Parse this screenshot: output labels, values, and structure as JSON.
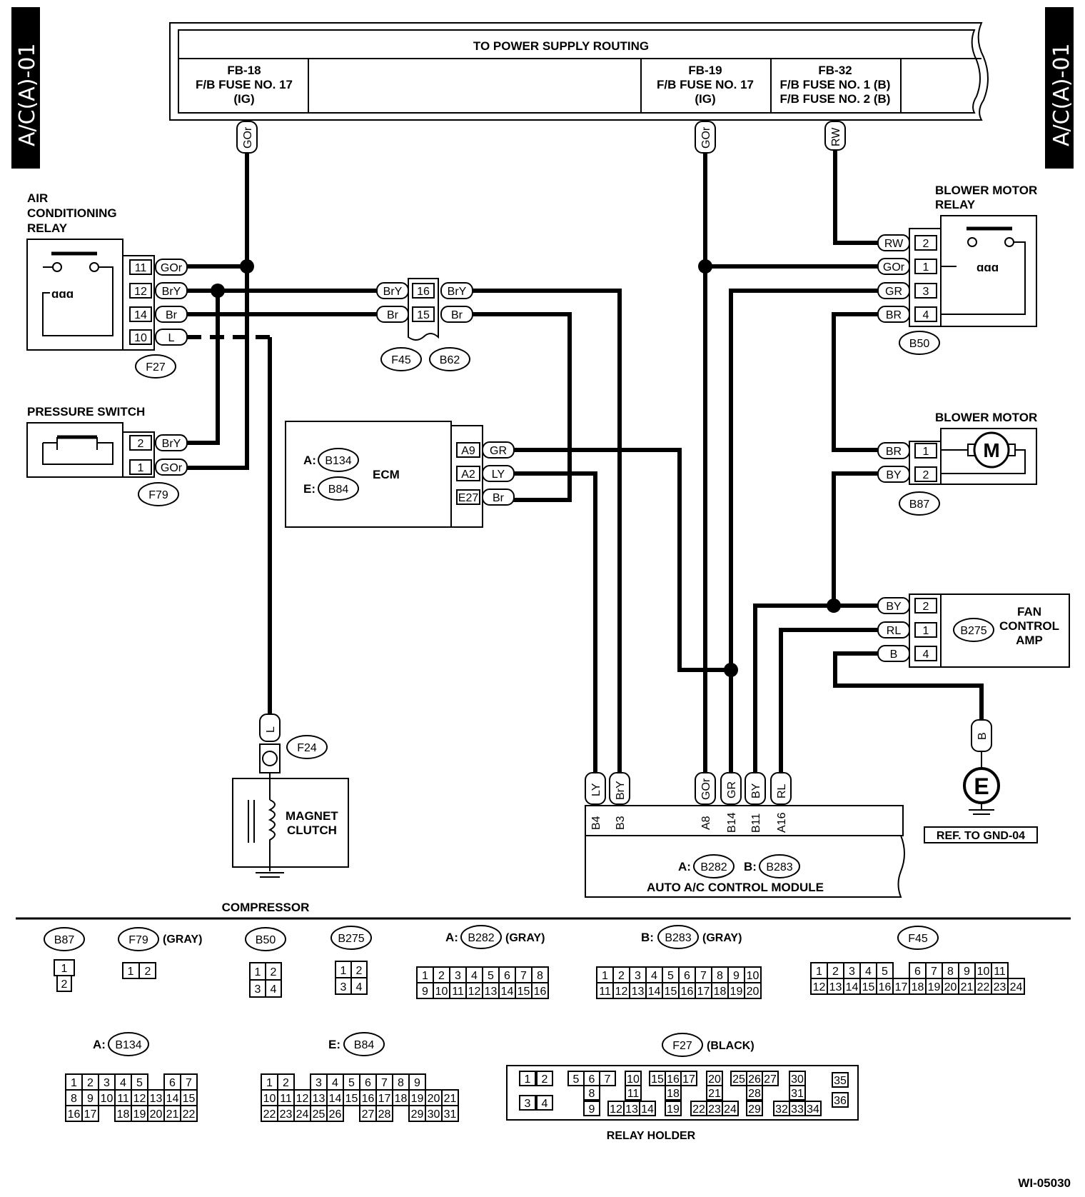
{
  "page_code": "A/C(A)-01",
  "figure_id": "WI-05030",
  "power": {
    "title": "TO POWER SUPPLY ROUTING",
    "fuses": [
      {
        "name": "FB-18",
        "line2": "F/B FUSE NO. 17",
        "line3": "(IG)"
      },
      {
        "name": "FB-19",
        "line2": "F/B FUSE NO. 17",
        "line3": "(IG)"
      },
      {
        "name": "FB-32",
        "line2": "F/B FUSE NO. 1 (B)",
        "line3": "F/B FUSE NO. 2 (B)"
      }
    ]
  },
  "components": {
    "ac_relay": {
      "line1": "AIR",
      "line2": "CONDITIONING",
      "line3": "RELAY",
      "connector": "F27",
      "pins": [
        {
          "pin": "11",
          "wire": "GOr"
        },
        {
          "pin": "12",
          "wire": "BrY"
        },
        {
          "pin": "14",
          "wire": "Br"
        },
        {
          "pin": "10",
          "wire": "L"
        }
      ]
    },
    "pressure_switch": {
      "name": "PRESSURE SWITCH",
      "connector": "F79",
      "pins": [
        {
          "pin": "2",
          "wire": "BrY"
        },
        {
          "pin": "1",
          "wire": "GOr"
        }
      ]
    },
    "joint": {
      "left": "F45",
      "right": "B62",
      "rows": [
        {
          "pin": "16",
          "left": "BrY",
          "right": "BrY"
        },
        {
          "pin": "15",
          "left": "Br",
          "right": "Br"
        }
      ]
    },
    "ecm": {
      "name": "ECM",
      "conn_a_prefix": "A:",
      "conn_a": "B134",
      "conn_e_prefix": "E:",
      "conn_e": "B84",
      "pins": [
        {
          "pin": "A9",
          "wire": "GR"
        },
        {
          "pin": "A2",
          "wire": "LY"
        },
        {
          "pin": "E27",
          "wire": "Br"
        }
      ]
    },
    "blower_relay": {
      "line1": "BLOWER MOTOR",
      "line2": "RELAY",
      "connector": "B50",
      "pins": [
        {
          "pin": "2",
          "wire": "RW"
        },
        {
          "pin": "1",
          "wire": "GOr"
        },
        {
          "pin": "3",
          "wire": "GR"
        },
        {
          "pin": "4",
          "wire": "BR"
        }
      ]
    },
    "blower_motor": {
      "name": "BLOWER MOTOR",
      "symbol": "M",
      "connector": "B87",
      "pins": [
        {
          "pin": "1",
          "wire": "BR"
        },
        {
          "pin": "2",
          "wire": "BY"
        }
      ]
    },
    "fan_amp": {
      "line1": "FAN",
      "line2": "CONTROL",
      "line3": "AMP",
      "connector": "B275",
      "pins": [
        {
          "pin": "2",
          "wire": "BY"
        },
        {
          "pin": "1",
          "wire": "RL"
        },
        {
          "pin": "4",
          "wire": "B"
        }
      ]
    },
    "compressor": {
      "line1": "MAGNET",
      "line2": "CLUTCH",
      "name": "COMPRESSOR",
      "connector": "F24",
      "wire": "L"
    },
    "ground": {
      "wire": "B",
      "symbol": "E",
      "ref": "REF. TO GND-04"
    },
    "ac_module": {
      "name": "AUTO A/C CONTROL MODULE",
      "conn_a_prefix": "A:",
      "conn_a": "B282",
      "conn_b_prefix": "B:",
      "conn_b": "B283",
      "pins": [
        {
          "pin": "B4",
          "wire": "LY"
        },
        {
          "pin": "B3",
          "wire": "BrY"
        },
        {
          "pin": "A8",
          "wire": "GOr"
        },
        {
          "pin": "B14",
          "wire": "GR"
        },
        {
          "pin": "B11",
          "wire": "BY"
        },
        {
          "pin": "A16",
          "wire": "RL"
        }
      ]
    },
    "wire_tags": {
      "fb18": "GOr",
      "fb19": "GOr",
      "fb32": "RW"
    }
  },
  "connector_faces": [
    {
      "id": "B87",
      "note": "",
      "rows": [
        [
          "1"
        ],
        [
          "2"
        ]
      ]
    },
    {
      "id": "F79",
      "note": "(GRAY)",
      "rows": [
        [
          "1",
          "2"
        ]
      ]
    },
    {
      "id": "B50",
      "note": "",
      "rows": [
        [
          "1",
          "2"
        ],
        [
          "3",
          "4"
        ]
      ]
    },
    {
      "id": "B275",
      "note": "",
      "rows": [
        [
          "1",
          "2"
        ],
        [
          "3",
          "4"
        ]
      ]
    },
    {
      "id": "B282",
      "prefix": "A:",
      "note": "(GRAY)",
      "rows": [
        [
          "1",
          "2",
          "3",
          "4",
          "5",
          "6",
          "7",
          "8"
        ],
        [
          "9",
          "10",
          "11",
          "12",
          "13",
          "14",
          "15",
          "16"
        ]
      ]
    },
    {
      "id": "B283",
      "prefix": "B:",
      "note": "(GRAY)",
      "rows": [
        [
          "1",
          "2",
          "3",
          "4",
          "5",
          "6",
          "7",
          "8",
          "9",
          "10"
        ],
        [
          "11",
          "12",
          "13",
          "14",
          "15",
          "16",
          "17",
          "18",
          "19",
          "20"
        ]
      ]
    },
    {
      "id": "F45",
      "note": "",
      "rows": [
        [
          "1",
          "2",
          "3",
          "4",
          "5",
          "",
          "6",
          "7",
          "8",
          "9",
          "10",
          "11"
        ],
        [
          "12",
          "13",
          "14",
          "15",
          "16",
          "17",
          "18",
          "19",
          "20",
          "21",
          "22",
          "23",
          "24"
        ]
      ]
    },
    {
      "id": "B134",
      "prefix": "A:",
      "note": "",
      "rows": [
        [
          "1",
          "2",
          "3",
          "4",
          "5",
          "",
          "6",
          "7"
        ],
        [
          "8",
          "9",
          "10",
          "11",
          "12",
          "13",
          "14",
          "15"
        ],
        [
          "16",
          "17",
          "",
          "18",
          "19",
          "20",
          "21",
          "22"
        ]
      ]
    },
    {
      "id": "B84",
      "prefix": "E:",
      "note": "",
      "rows": [
        [
          "1",
          "2",
          "",
          "3",
          "4",
          "5",
          "6",
          "7",
          "8",
          "9"
        ],
        [
          "10",
          "11",
          "12",
          "13",
          "14",
          "15",
          "16",
          "17",
          "18",
          "19",
          "20",
          "21"
        ],
        [
          "22",
          "23",
          "24",
          "25",
          "26",
          "",
          "27",
          "28",
          "",
          "29",
          "30",
          "31"
        ]
      ]
    },
    {
      "id": "F27",
      "note": "(BLACK)",
      "caption": "RELAY HOLDER",
      "cells": [
        "1",
        "2",
        "3",
        "4",
        "5",
        "6",
        "7",
        "8",
        "9",
        "10",
        "11",
        "12",
        "13",
        "14",
        "15",
        "16",
        "17",
        "18",
        "19",
        "20",
        "21",
        "22",
        "23",
        "24",
        "25",
        "26",
        "27",
        "28",
        "29",
        "30",
        "31",
        "32",
        "33",
        "34",
        "35",
        "36"
      ]
    }
  ]
}
